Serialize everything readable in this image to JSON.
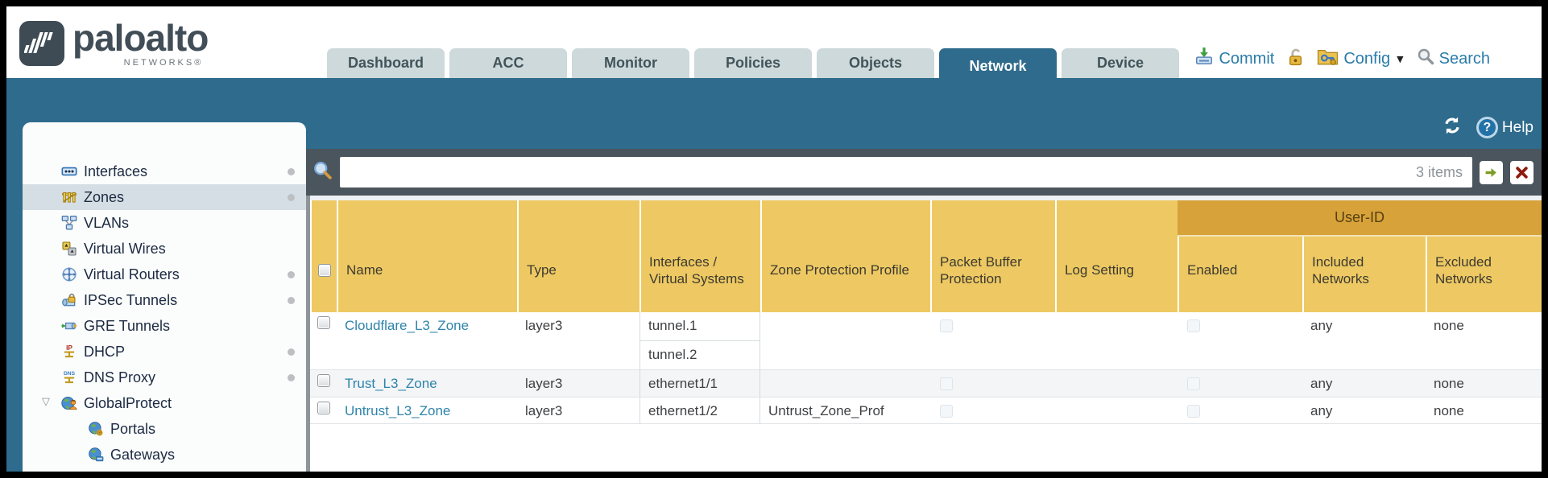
{
  "header": {
    "logo": {
      "brand": "paloalto",
      "networks": "NETWORKS®"
    },
    "tabs": [
      {
        "label": "Dashboard"
      },
      {
        "label": "ACC"
      },
      {
        "label": "Monitor"
      },
      {
        "label": "Policies"
      },
      {
        "label": "Objects"
      },
      {
        "label": "Network"
      },
      {
        "label": "Device"
      }
    ],
    "active_tab": "Network",
    "actions": {
      "commit": "Commit",
      "config": "Config",
      "search": "Search"
    }
  },
  "band": {
    "help_label": "Help"
  },
  "sidebar": {
    "selected": "Zones",
    "items": [
      {
        "label": "Interfaces",
        "icon": "interfaces-icon"
      },
      {
        "label": "Zones",
        "icon": "zones-icon"
      },
      {
        "label": "VLANs",
        "icon": "vlans-icon"
      },
      {
        "label": "Virtual Wires",
        "icon": "virtual-wires-icon"
      },
      {
        "label": "Virtual Routers",
        "icon": "virtual-routers-icon"
      },
      {
        "label": "IPSec Tunnels",
        "icon": "ipsec-tunnels-icon"
      },
      {
        "label": "GRE Tunnels",
        "icon": "gre-tunnels-icon"
      },
      {
        "label": "DHCP",
        "icon": "dhcp-icon"
      },
      {
        "label": "DNS Proxy",
        "icon": "dns-proxy-icon"
      },
      {
        "label": "GlobalProtect",
        "icon": "globalprotect-icon"
      },
      {
        "label": "Portals",
        "icon": "portals-icon"
      },
      {
        "label": "Gateways",
        "icon": "gateways-icon"
      }
    ]
  },
  "toolbar": {
    "search_value": "",
    "items_count": "3 items"
  },
  "table": {
    "group_header": "User-ID",
    "columns": [
      "Name",
      "Type",
      "Interfaces / Virtual Systems",
      "Zone Protection Profile",
      "Packet Buffer Protection",
      "Log Setting",
      "Enabled",
      "Included Networks",
      "Excluded Networks"
    ],
    "rows": [
      {
        "name": "Cloudflare_L3_Zone",
        "type": "layer3",
        "interfaces": [
          "tunnel.1",
          "tunnel.2"
        ],
        "zone_protection_profile": "",
        "log_setting": "",
        "included_networks": "any",
        "excluded_networks": "none"
      },
      {
        "name": "Trust_L3_Zone",
        "type": "layer3",
        "interfaces": [
          "ethernet1/1"
        ],
        "zone_protection_profile": "",
        "log_setting": "",
        "included_networks": "any",
        "excluded_networks": "none"
      },
      {
        "name": "Untrust_L3_Zone",
        "type": "layer3",
        "interfaces": [
          "ethernet1/2"
        ],
        "zone_protection_profile": "Untrust_Zone_Prof",
        "log_setting": "",
        "included_networks": "any",
        "excluded_networks": "none"
      }
    ]
  },
  "colors": {
    "accent_teal": "#2e6b8c",
    "header_yellow": "#eec963",
    "group_gold": "#d8a23b",
    "link_blue": "#2e84aa",
    "toolbar_dark": "#4a555d"
  }
}
